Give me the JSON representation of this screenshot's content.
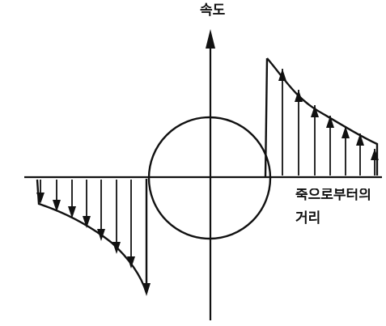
{
  "labels": {
    "y_axis": "속도",
    "x_axis_line1": "축으로부터의",
    "x_axis_line2": "거리"
  },
  "colors": {
    "ink": "#111111",
    "background": "#ffffff"
  }
}
